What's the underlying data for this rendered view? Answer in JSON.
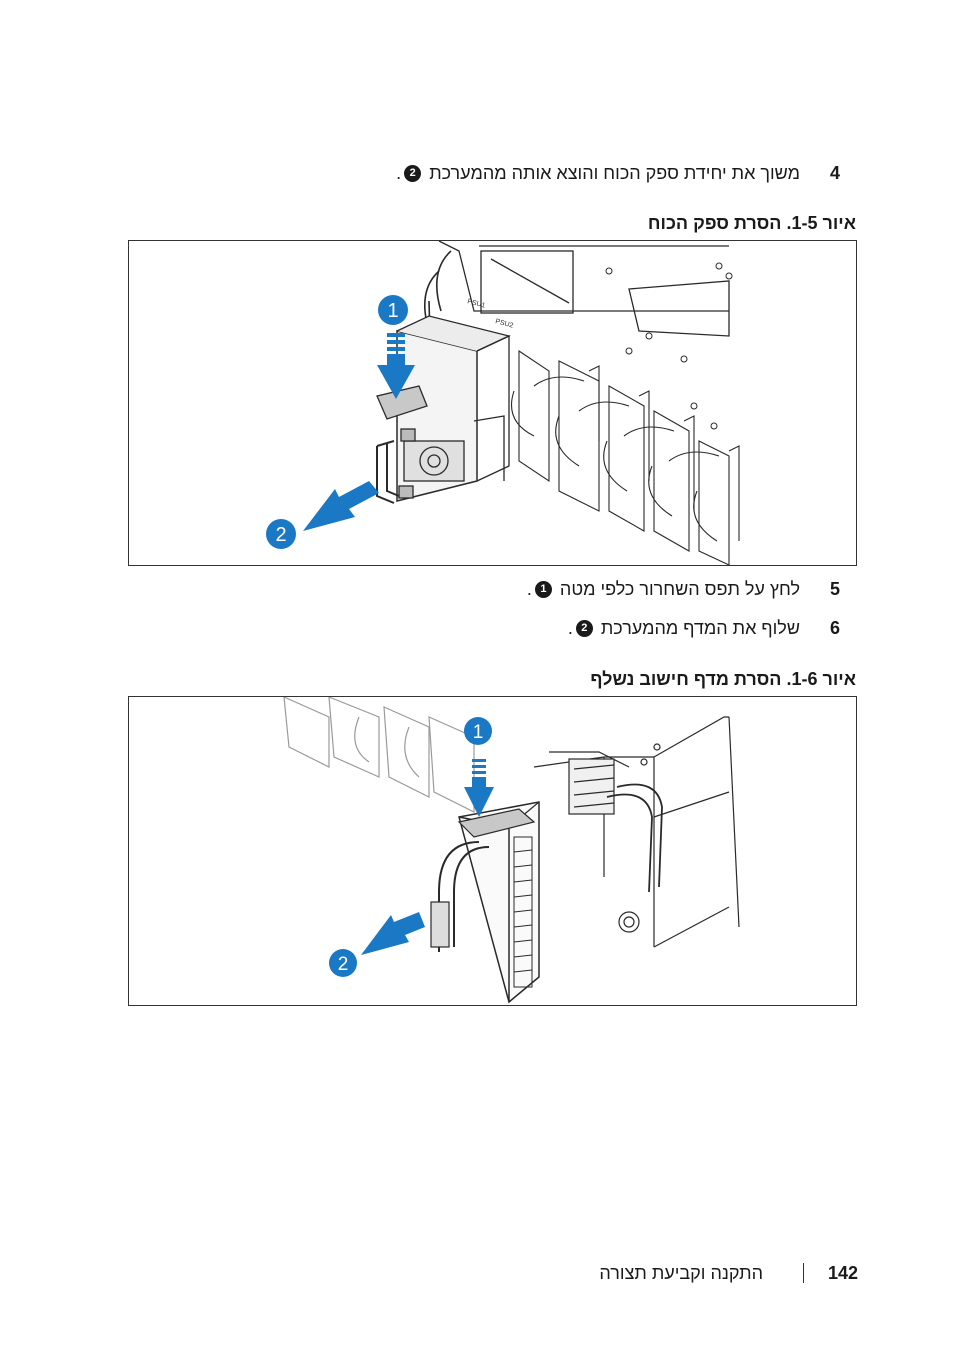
{
  "steps": [
    {
      "number": "4",
      "text": "משוך את יחידת ספק הכוח והוצא אותה מהמערכת",
      "callout": "2"
    },
    {
      "number": "5",
      "text": "לחץ על תפס השחרור כלפי מטה",
      "callout": "1"
    },
    {
      "number": "6",
      "text": "שלוף את המדף מהמערכת",
      "callout": "2"
    }
  ],
  "figures": [
    {
      "title": "איור 1-5. הסרת ספק הכוח",
      "callouts": [
        "1",
        "2"
      ],
      "labels": {
        "psu1": "PSU1",
        "psu2": "PSU2"
      }
    },
    {
      "title": "איור 1-6. הסרת מדף חישוב נשלף",
      "callouts": [
        "1",
        "2"
      ]
    }
  ],
  "footer": {
    "page_number": "142",
    "section": "התקנה וקביעת תצורה"
  },
  "colors": {
    "callout_blue": "#1b78c4",
    "line": "#2a2a2a"
  }
}
